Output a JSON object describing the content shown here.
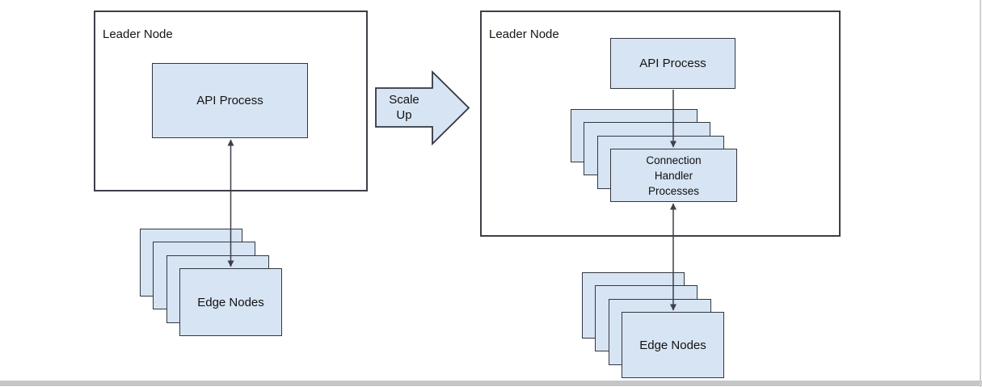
{
  "diagram": {
    "title_hint": "Scale up of leader node connection handling",
    "left_cluster": {
      "leader_label": "Leader Node",
      "api_label": "API Process",
      "edge_stack_label": "Edge Nodes",
      "edge_stack_count": 4
    },
    "scale_arrow": {
      "label": "Scale\nUp"
    },
    "right_cluster": {
      "leader_label": "Leader Node",
      "api_label": "API Process",
      "handler_stack_label": "Connection Handler Processes",
      "handler_stack_count": 4,
      "edge_stack_label": "Edge Nodes",
      "edge_stack_count": 4
    },
    "colors": {
      "node_fill": "#d7e4f3",
      "node_border": "#33373f",
      "connector": "#3c4049",
      "canvas_bottom_strip": "#c5c6c8",
      "canvas_right_edge": "#cfcfd2"
    }
  }
}
